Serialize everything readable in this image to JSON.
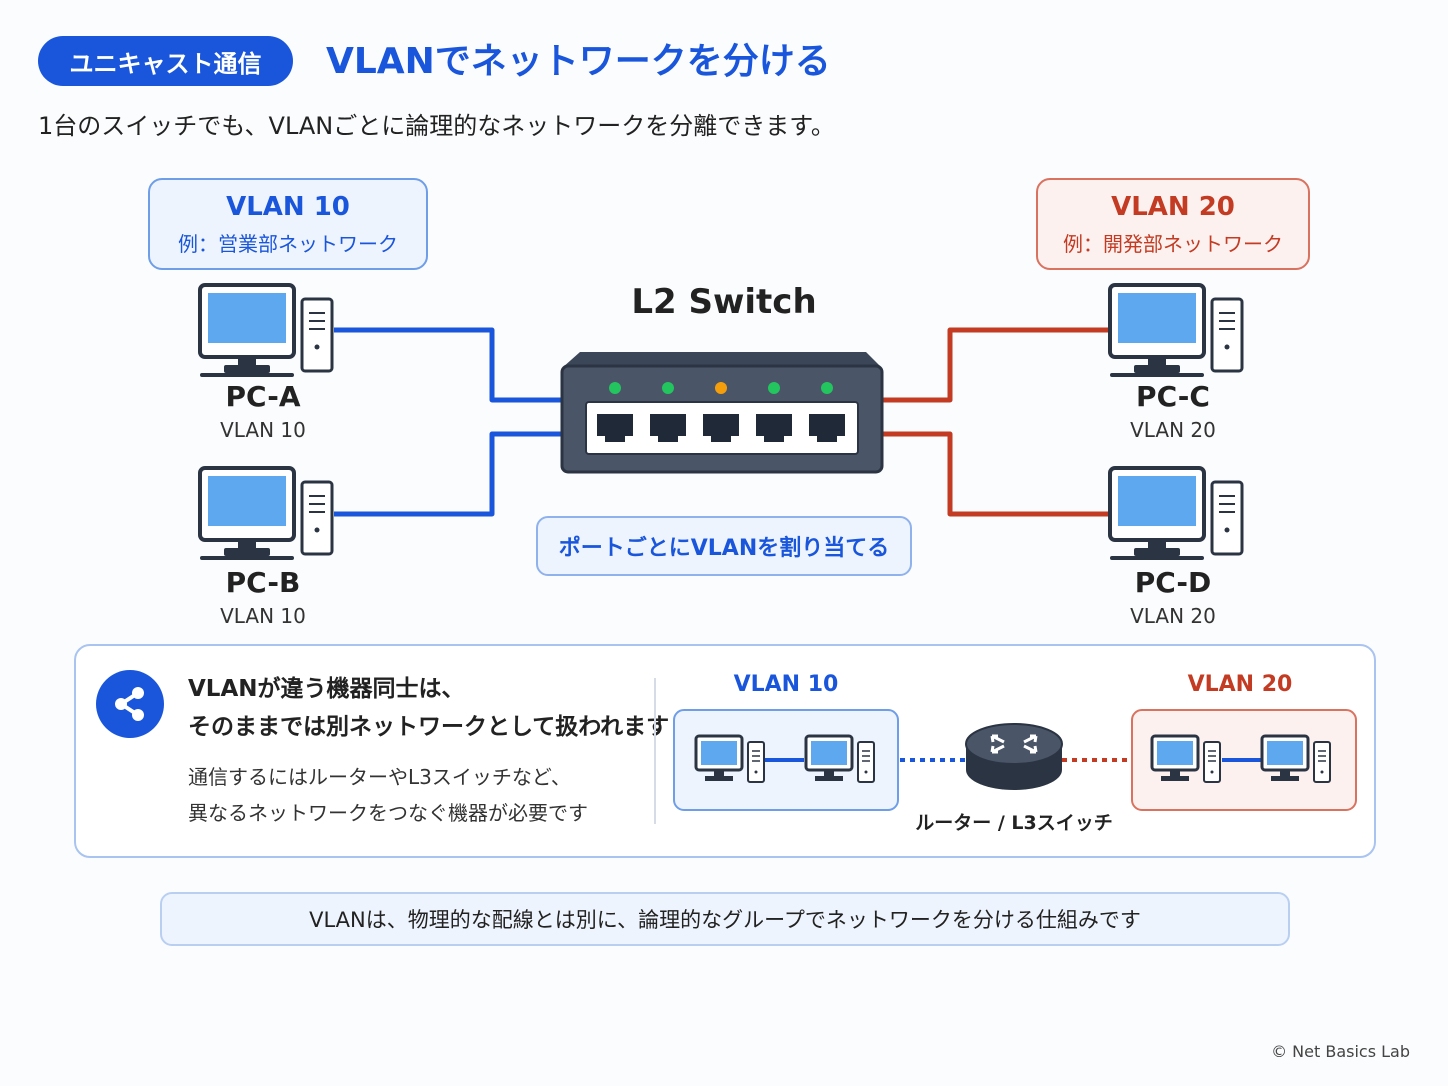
{
  "header": {
    "badge": "ユニキャスト通信",
    "title": "VLANでネットワークを分ける",
    "subtitle": "1台のスイッチでも、VLANごとに論理的なネットワークを分離できます。"
  },
  "vlans": {
    "blue": {
      "name": "VLAN 10",
      "desc": "例：営業部ネットワーク",
      "color": "#1a56db"
    },
    "red": {
      "name": "VLAN 20",
      "desc": "例：開発部ネットワーク",
      "color": "#c23b22"
    }
  },
  "switch": {
    "title": "L2 Switch",
    "port_label": "ポートごとにVLANを割り当てる",
    "led_colors": [
      "#22c55e",
      "#22c55e",
      "#f59e0b",
      "#22c55e",
      "#22c55e"
    ]
  },
  "pcs": [
    {
      "name": "PC-A",
      "vlan": "VLAN 10"
    },
    {
      "name": "PC-B",
      "vlan": "VLAN 10"
    },
    {
      "name": "PC-C",
      "vlan": "VLAN 20"
    },
    {
      "name": "PC-D",
      "vlan": "VLAN 20"
    }
  ],
  "info": {
    "heading_line1": "VLANが違う機器同士は、",
    "heading_line2": "そのままでは別ネットワークとして扱われます",
    "body_line1": "通信するにはルーターやL3スイッチなど、",
    "body_line2": "異なるネットワークをつなぐ機器が必要です",
    "icon": "share-icon",
    "left_vlan": "VLAN 10",
    "right_vlan": "VLAN 20",
    "router_label": "ルーター / L3スイッチ"
  },
  "footer": {
    "note": "VLANは、物理的な配線とは別に、論理的なグループでネットワークを分ける仕組みです",
    "copyright": "© Net Basics Lab"
  }
}
